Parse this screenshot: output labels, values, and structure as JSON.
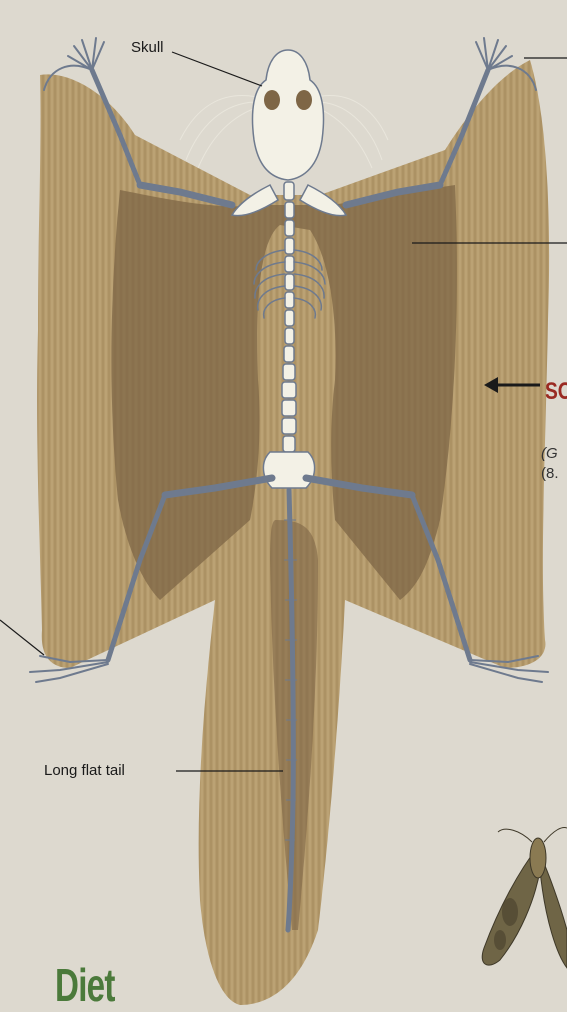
{
  "labels": {
    "skull": "Skull",
    "tail": "Long flat tail",
    "species_heading_fragment": "SO",
    "scientific_name_fragment": "(G",
    "size_fragment": "(8."
  },
  "section_heading": "Diet",
  "colors": {
    "background": "#ddd9cf",
    "fur": "#b49a6c",
    "membrane_shadow": "#7e6646",
    "bone": "#f3f1e6",
    "bone_outline": "#6e7a8e",
    "heading_red": "#9a2a22",
    "heading_green": "#4b7a3b"
  }
}
